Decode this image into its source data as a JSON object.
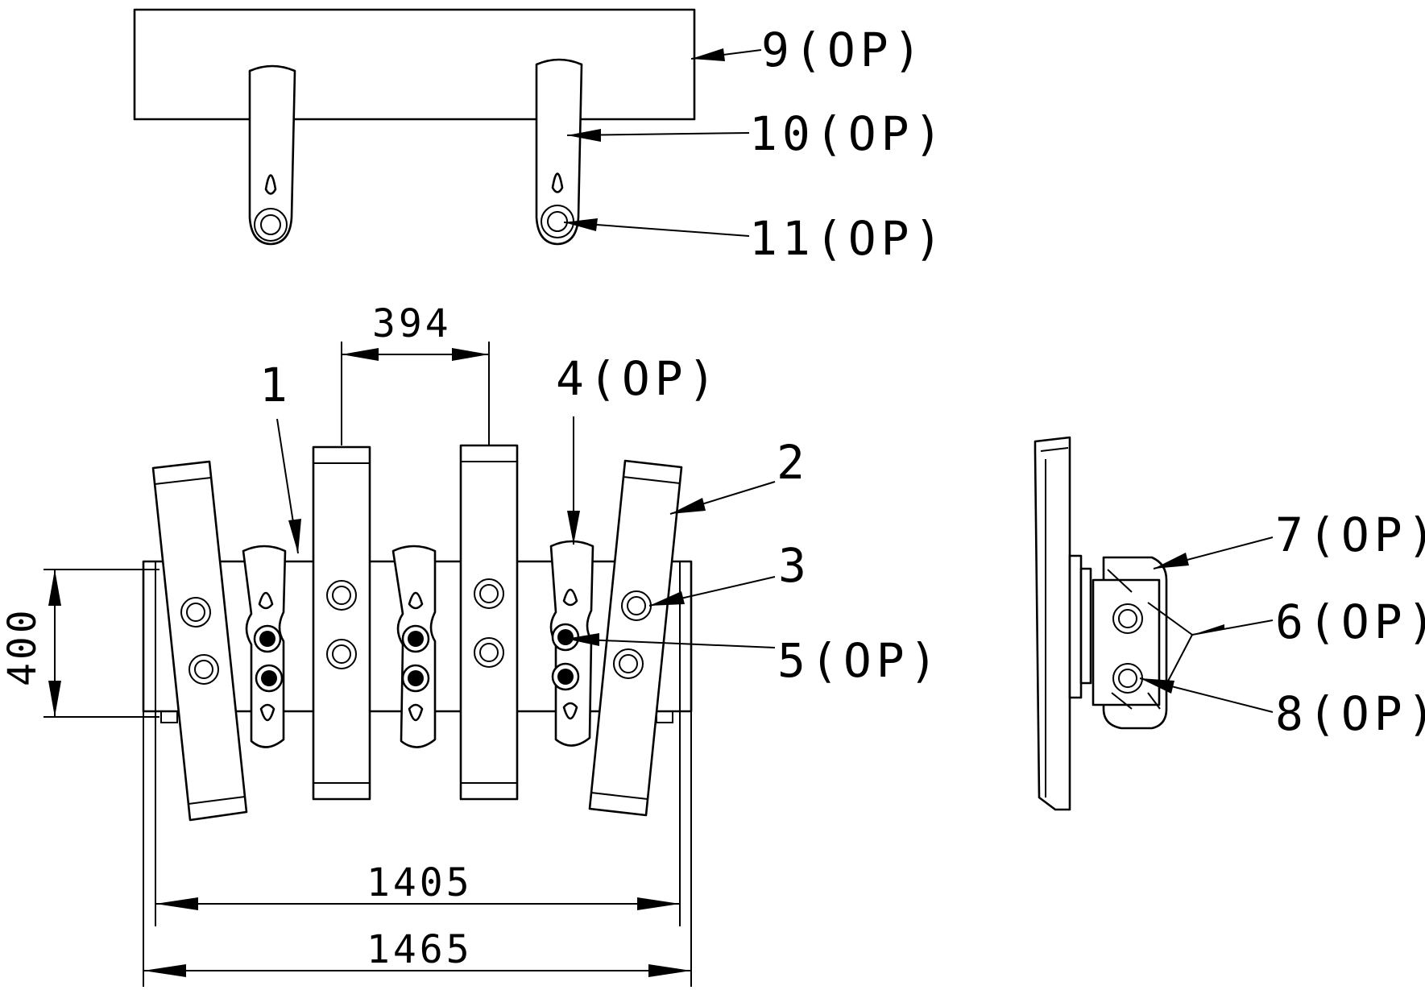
{
  "labels": {
    "l9": "9(OP)",
    "l10": "10(OP)",
    "l11": "11(OP)",
    "l1": "1",
    "l2": "2",
    "l3": "3",
    "l4": "4(OP)",
    "l5": "5(OP)",
    "l6": "6(OP)",
    "l7": "7(OP)",
    "l8": "8(OP)"
  },
  "dimensions": {
    "d394": "394",
    "d400": "400",
    "d1405": "1405",
    "d1465": "1465"
  }
}
